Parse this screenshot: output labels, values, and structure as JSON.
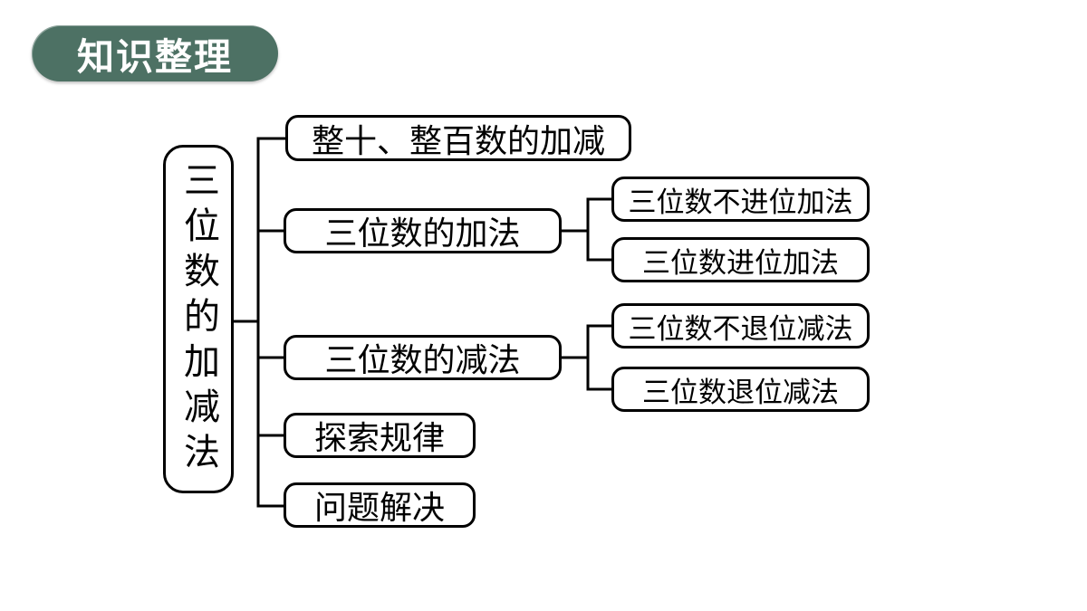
{
  "colors": {
    "badge_bg": "#4d7164",
    "badge_text": "#ffffff",
    "line": "#000000",
    "box_bg": "#ffffff",
    "page_bg": "#ffffff"
  },
  "badge": {
    "label": "知识整理"
  },
  "tree": {
    "root": {
      "label": "三位数的加减法"
    },
    "branches": [
      {
        "label": "整十、整百数的加减",
        "children": []
      },
      {
        "label": "三位数的加法",
        "children": [
          {
            "label": "三位数不进位加法"
          },
          {
            "label": "三位数进位加法"
          }
        ]
      },
      {
        "label": "三位数的减法",
        "children": [
          {
            "label": "三位数不退位减法"
          },
          {
            "label": "三位数退位减法"
          }
        ]
      },
      {
        "label": "探索规律",
        "children": []
      },
      {
        "label": "问题解决",
        "children": []
      }
    ]
  }
}
